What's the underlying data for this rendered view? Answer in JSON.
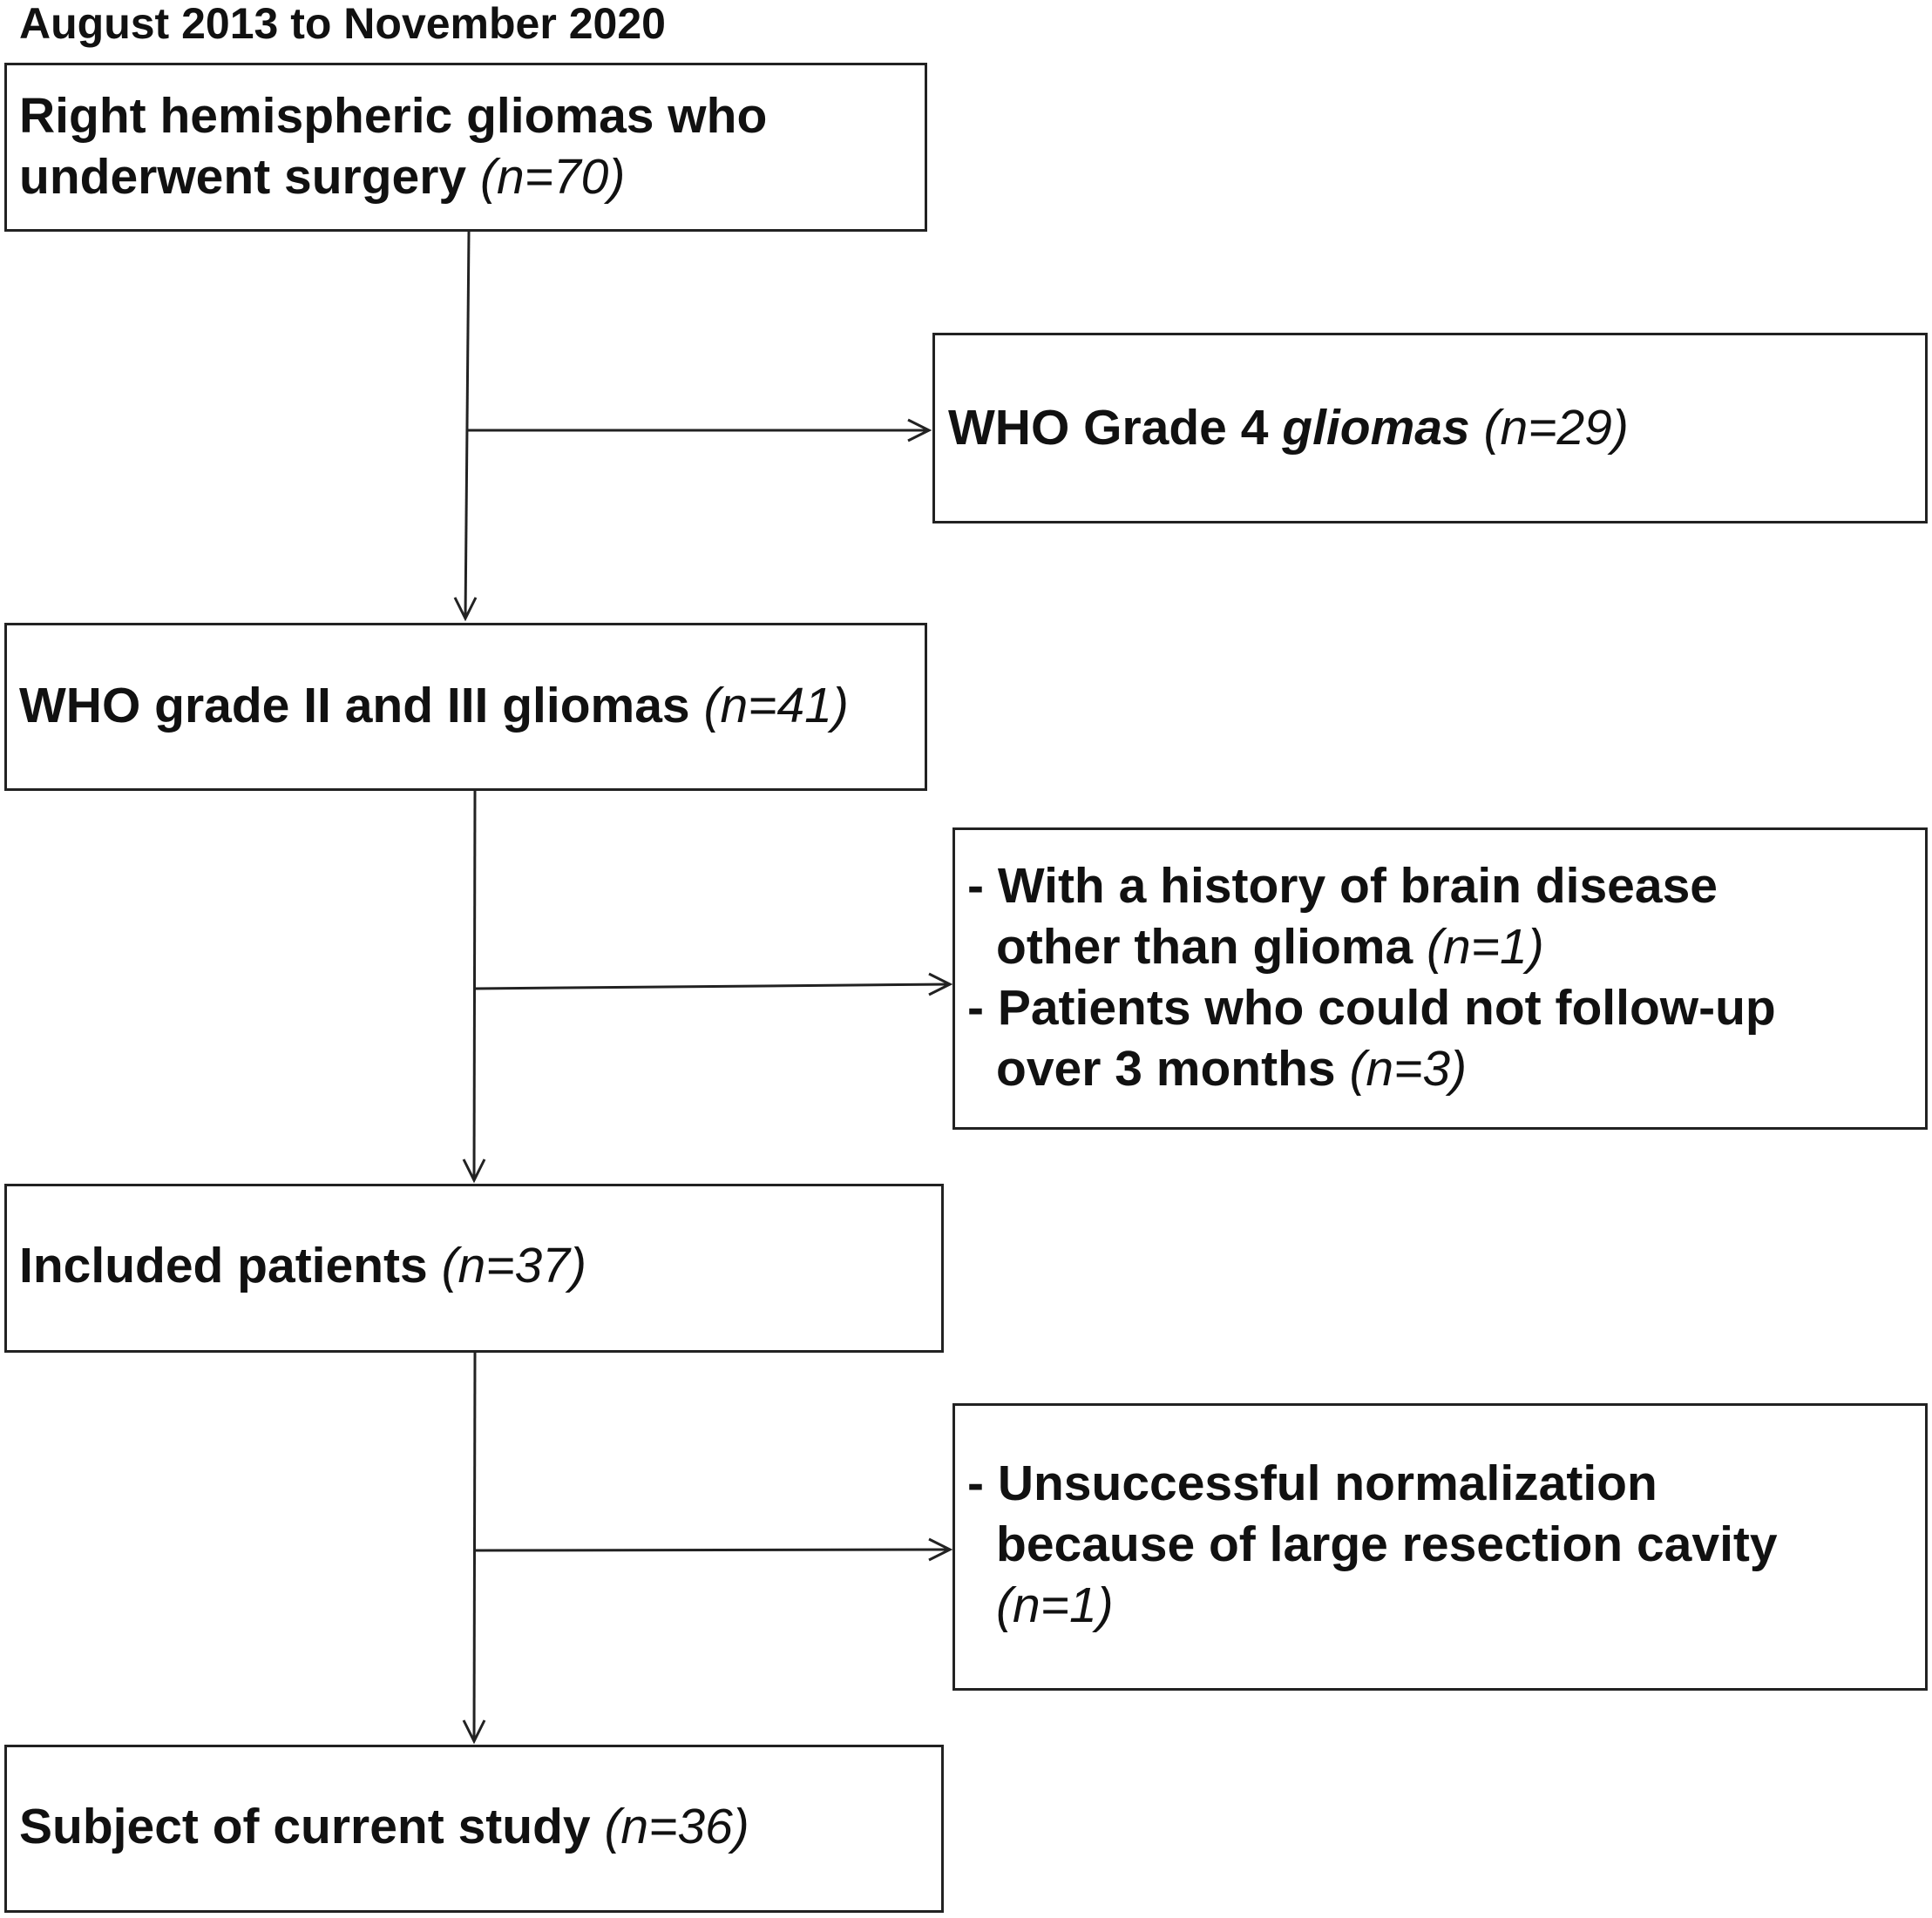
{
  "header": {
    "period": "August 2013 to November 2020"
  },
  "boxes": {
    "initial": {
      "line1": "Right hemispheric gliomas who",
      "line2": "underwent surgery",
      "n": "(n=70)"
    },
    "excluded_grade4": {
      "label_a": "WHO Grade 4",
      "label_b": "gliomas",
      "n": "(n=29)"
    },
    "grade23": {
      "label": "WHO grade II and III gliomas",
      "n": "(n=41)"
    },
    "excluded_followup": {
      "item1_line1": "- With a history of brain disease",
      "item1_line2": "other than glioma",
      "item1_n": "(n=1)",
      "item2_line1": "- Patients who could not follow-up",
      "item2_line2": "over 3 months",
      "item2_n": "(n=3)"
    },
    "included": {
      "label": "Included patients",
      "n": "(n=37)"
    },
    "excluded_normalization": {
      "line1": "- Unsuccessful normalization",
      "line2": "because of large resection cavity",
      "n": "(n=1)"
    },
    "final": {
      "label": "Subject of current study",
      "n": "(n=36)"
    }
  }
}
